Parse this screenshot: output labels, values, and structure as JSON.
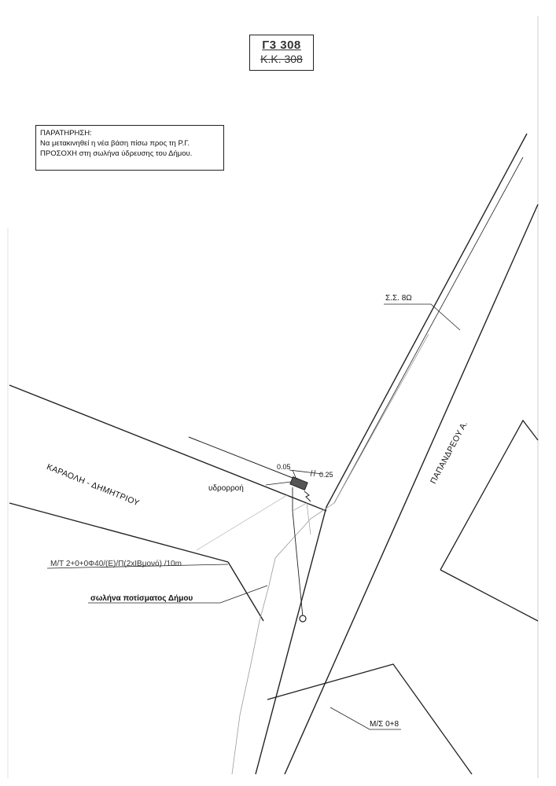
{
  "title_block": {
    "code": "Γ3 308",
    "old_code": "Κ.Κ. 308"
  },
  "note": {
    "heading": "ΠΑΡΑΤΗΡΗΣΗ:",
    "line1": "Να μετακινηθεί η νέα βάση πίσω προς τη Ρ.Γ.",
    "line2": "ΠΡΟΣΟΧΗ στη σωλήνα ύδρευσης του Δήμου."
  },
  "streets": {
    "karaoli": "ΚΑΡΑΟΛΗ - ΔΗΜΗΤΡΙΟΥ",
    "papandreou": "ΠΑΠΑΝΔΡΕΟΥ Α."
  },
  "labels": {
    "ss": "Σ.Σ. 8Ω",
    "offset_left": "0.05",
    "offset_right": "0.25",
    "ydrorroi": "υδρορροή",
    "mt_cable": "Μ/Τ 2+0+0Φ40/(Ε)/Π(2xΙΒμονό) /10m",
    "water_pipe": "σωλήνα ποτίσματος Δήμου",
    "ms": "Μ/Σ 0+8"
  },
  "colors": {
    "line": "#222222",
    "faint_line": "#9a9a9a",
    "annotation_text": "#333333"
  }
}
